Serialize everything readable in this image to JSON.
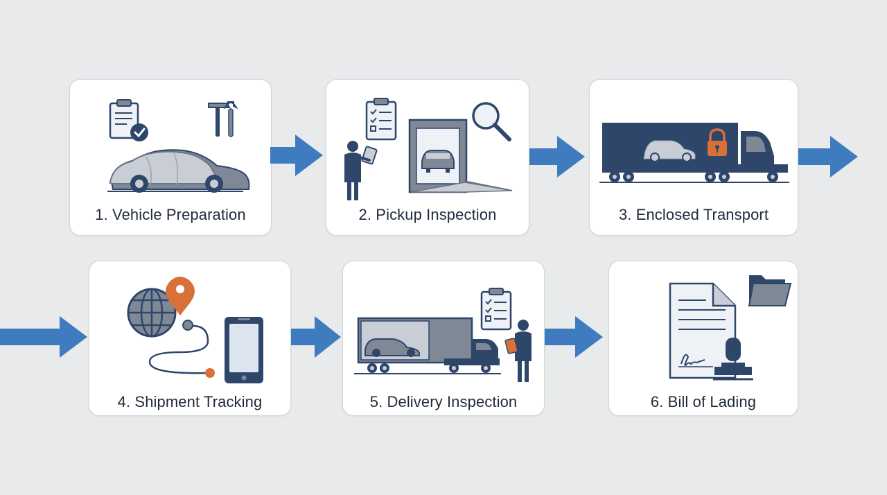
{
  "colors": {
    "navy": "#2f466b",
    "slate": "#7f8895",
    "light_slate": "#c9ced6",
    "accent_blue": "#3e7cbf",
    "accent_orange": "#d9703a"
  },
  "steps": [
    {
      "label": "1. Vehicle Preparation",
      "icons": [
        "clipboard-check-icon",
        "hammer-icon",
        "wrench-icon",
        "covered-car-icon"
      ]
    },
    {
      "label": "2. Pickup Inspection",
      "icons": [
        "checklist-icon",
        "inspector-tablet-icon",
        "truck-ramp-icon",
        "magnifier-icon"
      ]
    },
    {
      "label": "3. Enclosed Transport",
      "icons": [
        "enclosed-truck-icon",
        "padlock-icon"
      ]
    },
    {
      "label": "4. Shipment Tracking",
      "icons": [
        "globe-icon",
        "location-pin-icon",
        "route-icon",
        "smartphone-icon"
      ]
    },
    {
      "label": "5. Delivery Inspection",
      "icons": [
        "open-trailer-truck-icon",
        "checklist-icon",
        "inspector-clipboard-icon"
      ]
    },
    {
      "label": "6. Bill of Lading",
      "icons": [
        "signed-document-icon",
        "folder-icon",
        "rubber-stamp-icon"
      ]
    }
  ]
}
